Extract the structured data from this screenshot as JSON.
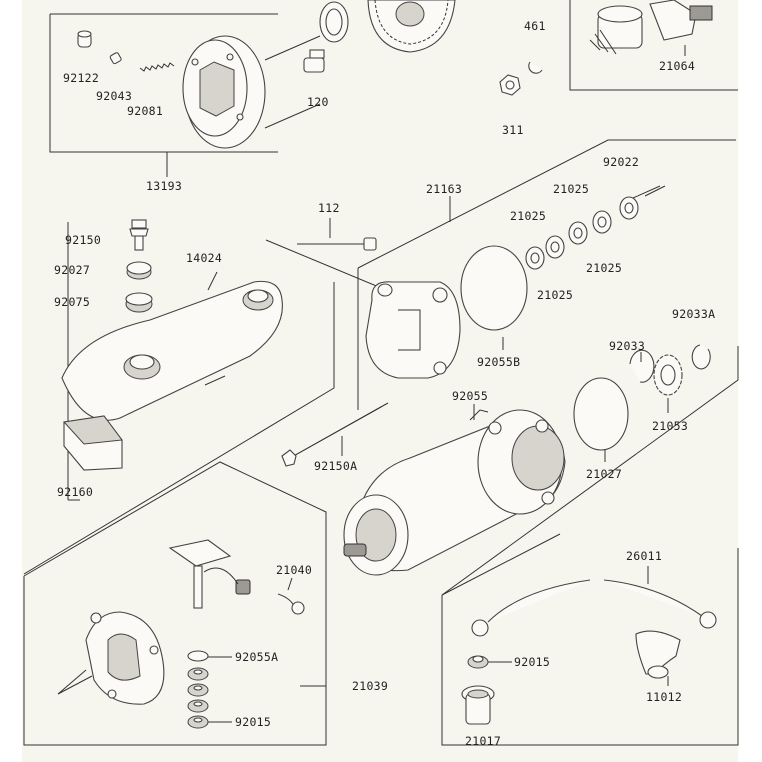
{
  "diagram": {
    "labels": [
      {
        "key": "p92122",
        "text": "92122"
      },
      {
        "key": "p92043",
        "text": "92043"
      },
      {
        "key": "p92081",
        "text": "92081"
      },
      {
        "key": "p120",
        "text": "120"
      },
      {
        "key": "p13193",
        "text": "13193"
      },
      {
        "key": "p461",
        "text": "461"
      },
      {
        "key": "p21064",
        "text": "21064"
      },
      {
        "key": "p311",
        "text": "311"
      },
      {
        "key": "p21163",
        "text": "21163"
      },
      {
        "key": "p92022",
        "text": "92022"
      },
      {
        "key": "p21025a",
        "text": "21025"
      },
      {
        "key": "p21025b",
        "text": "21025"
      },
      {
        "key": "p21025c",
        "text": "21025"
      },
      {
        "key": "p21025d",
        "text": "21025"
      },
      {
        "key": "p112",
        "text": "112"
      },
      {
        "key": "p92150",
        "text": "92150"
      },
      {
        "key": "p14024",
        "text": "14024"
      },
      {
        "key": "p92027",
        "text": "92027"
      },
      {
        "key": "p92075",
        "text": "92075"
      },
      {
        "key": "p92033A",
        "text": "92033A"
      },
      {
        "key": "p92033",
        "text": "92033"
      },
      {
        "key": "p92055B",
        "text": "92055B"
      },
      {
        "key": "p21053",
        "text": "21053"
      },
      {
        "key": "p92055",
        "text": "92055"
      },
      {
        "key": "p92160",
        "text": "92160"
      },
      {
        "key": "p92150A",
        "text": "92150A"
      },
      {
        "key": "p21027",
        "text": "21027"
      },
      {
        "key": "p21040",
        "text": "21040"
      },
      {
        "key": "p26011",
        "text": "26011"
      },
      {
        "key": "p92055A",
        "text": "92055A"
      },
      {
        "key": "p21039",
        "text": "21039"
      },
      {
        "key": "p92015a",
        "text": "92015"
      },
      {
        "key": "p11012",
        "text": "11012"
      },
      {
        "key": "p92015b",
        "text": "92015"
      },
      {
        "key": "p21017",
        "text": "21017"
      }
    ]
  }
}
